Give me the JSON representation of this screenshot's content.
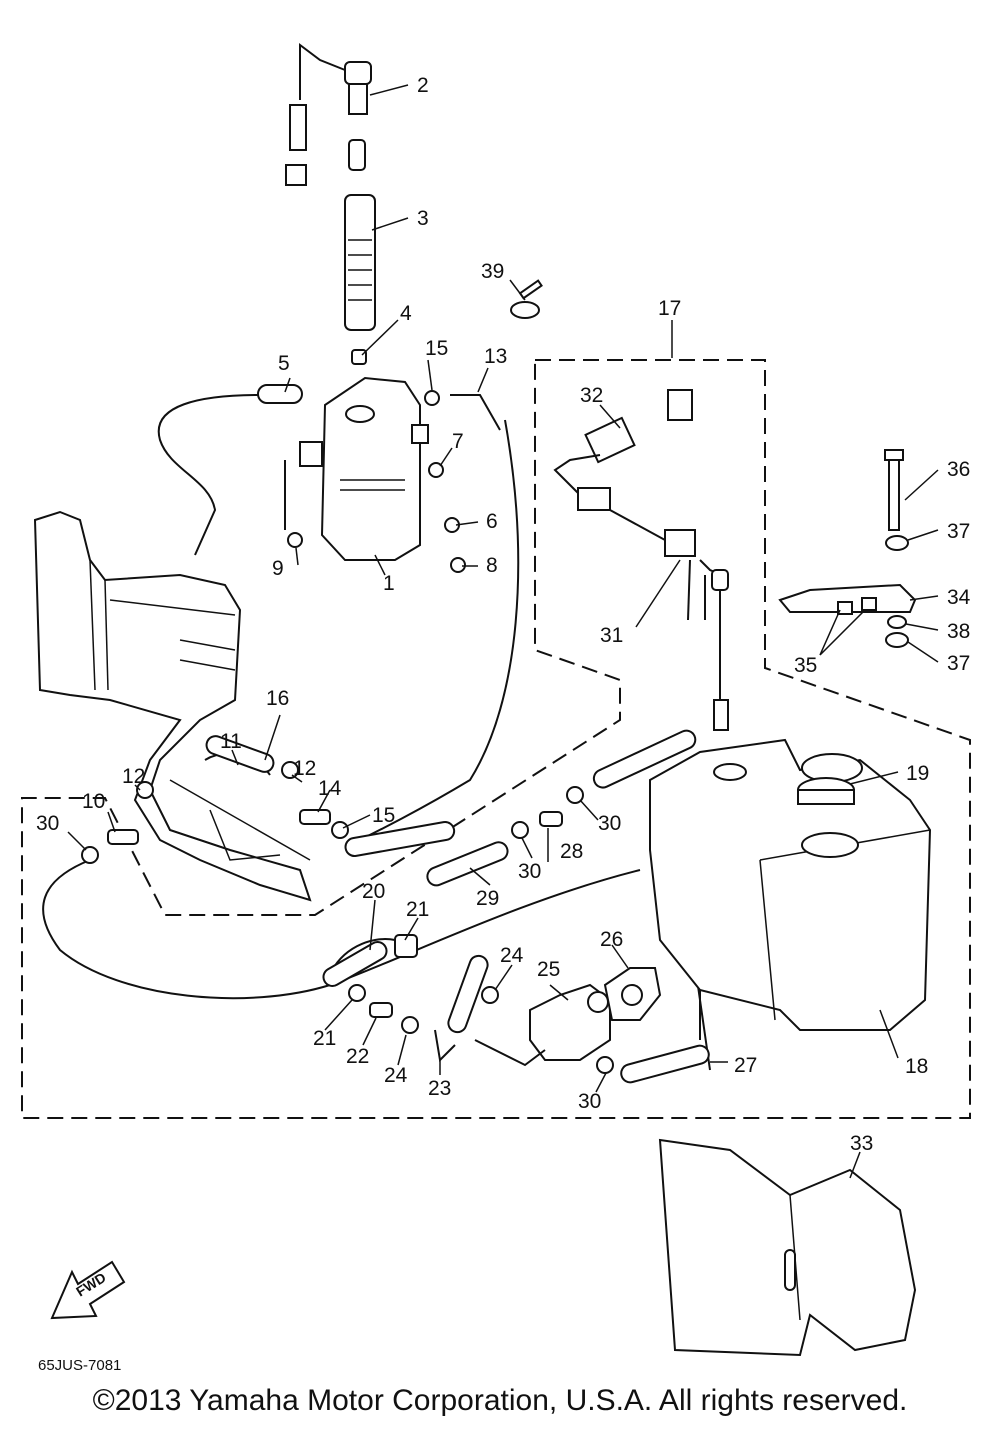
{
  "diagram": {
    "part_numbers": [
      "1",
      "2",
      "3",
      "4",
      "5",
      "6",
      "7",
      "8",
      "9",
      "10",
      "11",
      "12",
      "12",
      "13",
      "14",
      "15",
      "15",
      "16",
      "17",
      "18",
      "19",
      "20",
      "21",
      "21",
      "22",
      "23",
      "24",
      "24",
      "25",
      "26",
      "27",
      "28",
      "29",
      "30",
      "30",
      "30",
      "30",
      "31",
      "32",
      "33",
      "34",
      "35",
      "36",
      "37",
      "37",
      "38",
      "39"
    ],
    "fwd_label": "FWD",
    "drawing_code": "65JUS-7081"
  },
  "footer": {
    "copyright": "©2013 Yamaha Motor Corporation, U.S.A. All rights reserved."
  }
}
